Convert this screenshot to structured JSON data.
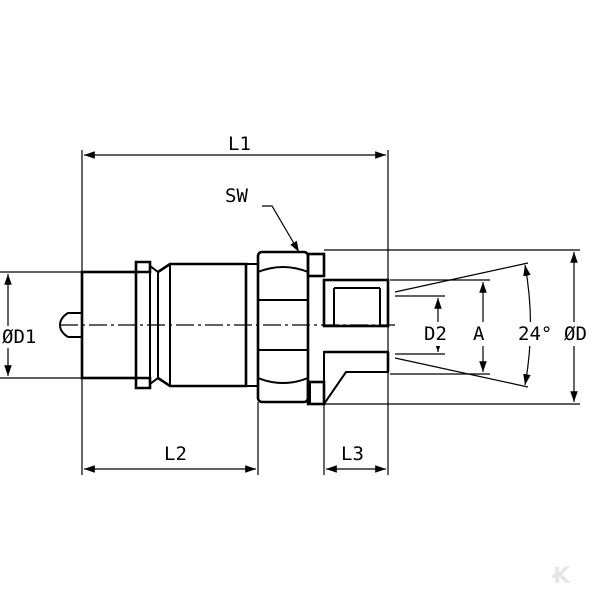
{
  "labels": {
    "l1": "L1",
    "l2": "L2",
    "l3": "L3",
    "sw": "SW",
    "d1": "ØD1",
    "d2": "D2",
    "a": "A",
    "angle": "24°",
    "d": "ØD"
  },
  "watermark": "K",
  "colors": {
    "line": "#000000",
    "background": "#ffffff",
    "watermark": "#e6e6e6"
  }
}
